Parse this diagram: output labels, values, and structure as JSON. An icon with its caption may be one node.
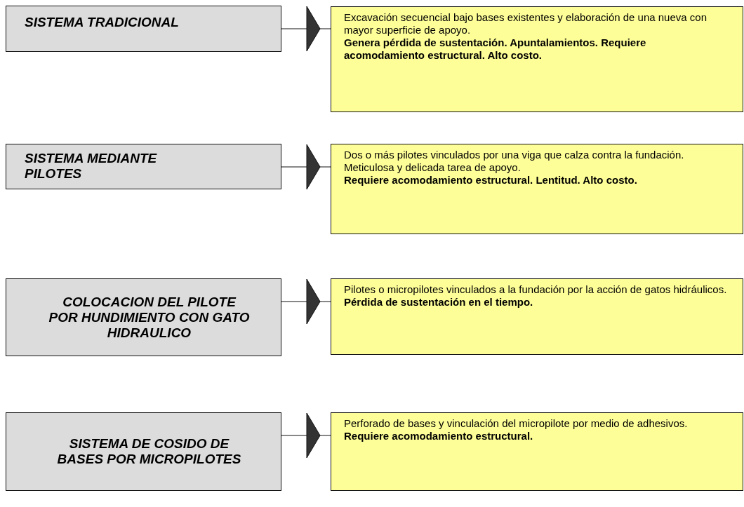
{
  "diagram": {
    "nodes": [
      {
        "text": [
          "SISTEMA TRADICIONAL"
        ]
      },
      {
        "text": [
          "Excavación secuencial bajo bases existentes y elaboración de una nueva con mayor superficie de apoyo.",
          "Genera pérdida de sustentación. Apuntalamientos. Requiere acomodamiento estructural. Alto costo."
        ]
      },
      {
        "text": [
          "SISTEMA MEDIANTE PILOTES"
        ]
      },
      {
        "text": [
          "Dos o más pilotes vinculados por una viga que calza contra la fundación. Meticulosa y delicada tarea de apoyo.",
          "Requiere acomodamiento estructural. Lentitud. Alto costo."
        ]
      },
      {
        "text": [
          "COLOCACION DEL PILOTE POR HUNDIMIENTO CON GATO HIDRAULICO"
        ]
      },
      {
        "text": [
          "Pilotes o micropilotes vinculados a la fundación por la acción de gatos hidráulicos.",
          "Pérdida de sustentación en el tiempo."
        ]
      },
      {
        "text": [
          "SISTEMA DE COSIDO DE BASES POR MICROPILOTES"
        ]
      },
      {
        "text": [
          "Perforado de bases y vinculación del micropilote por medio de adhesivos.",
          "Requiere acomodamiento estructural."
        ]
      }
    ],
    "edges": [
      {
        "from": 0,
        "to": 1,
        "arrow": "to"
      },
      {
        "from": 2,
        "to": 3,
        "arrow": "to"
      },
      {
        "from": 4,
        "to": 5,
        "arrow": "to"
      },
      {
        "from": 6,
        "to": 7,
        "arrow": "to"
      }
    ]
  }
}
